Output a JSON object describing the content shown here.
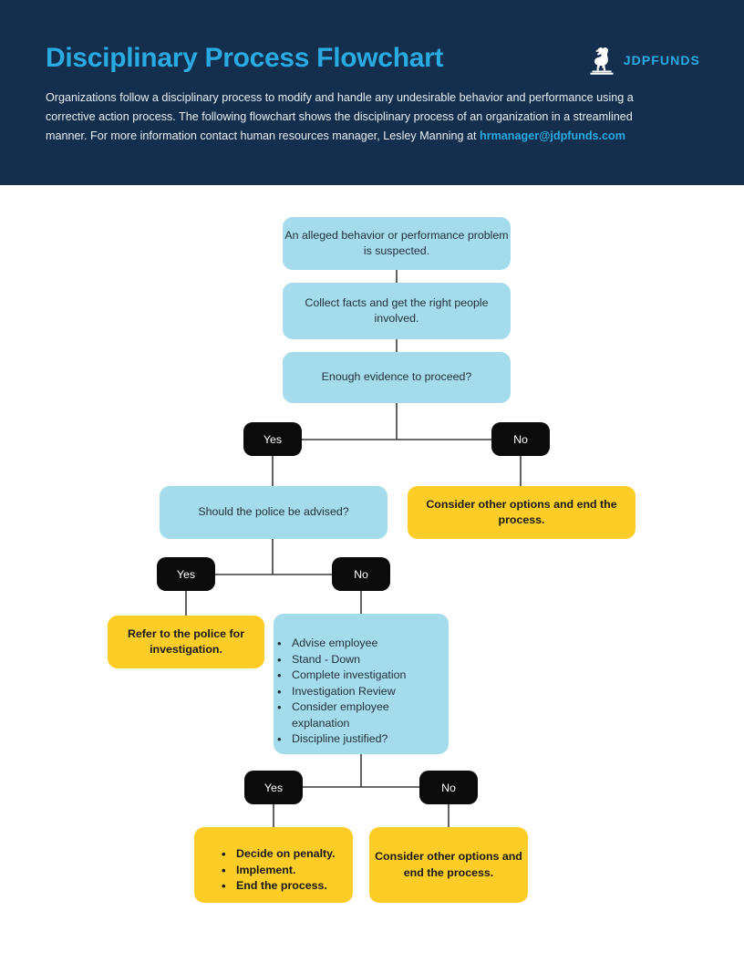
{
  "header": {
    "title": "Disciplinary Process Flowchart",
    "brand_name": "JDPFUNDS",
    "brand_icon": "lion-statue-logo",
    "intro_part1": "Organizations follow a disciplinary process to modify and handle any undesirable behavior and performance using a corrective action process. The following flowchart shows the disciplinary process of an organization in a streamlined manner. For more information contact human resources manager, Lesley Manning at ",
    "intro_email": "hrmanager@jdpfunds.com",
    "colors": {
      "header_background": "#132F4D",
      "accent": "#29ABE2",
      "body_text": "#E8EEF4"
    }
  },
  "flowchart": {
    "colors": {
      "process": "#A5DCEC",
      "terminal": "#FCCC27",
      "decision": "#0B0B0B",
      "connector": "#3A3A3A"
    },
    "nodes": {
      "n1_alleged": "An alleged behavior or performance problem is suspected.",
      "n2_collect": "Collect facts and get the right people involved.",
      "n3_evidence": "Enough evidence to proceed?",
      "d1_yes": "Yes",
      "d1_no": "No",
      "n4_police": "Should the police be advised?",
      "n5_consider": "Consider other options and end the process.",
      "d2_yes": "Yes",
      "d2_no": "No",
      "n6_refer": "Refer to the police for investigation.",
      "n7_steps_items": [
        "Advise employee",
        "Stand - Down",
        "Complete investigation",
        "Investigation Review",
        "Consider employee explanation",
        "Discipline justified?"
      ],
      "d3_yes": "Yes",
      "d3_no": "No",
      "n8_penalty_items": [
        "Decide on penalty.",
        "Implement.",
        "End the process."
      ],
      "n9_consider": "Consider other options and end the process."
    }
  }
}
